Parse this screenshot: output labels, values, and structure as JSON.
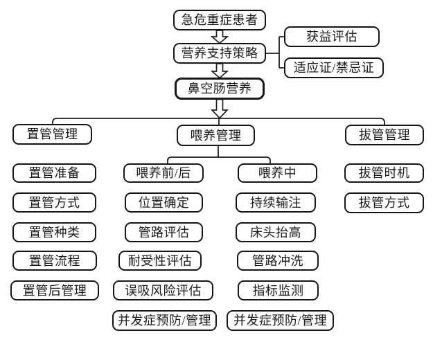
{
  "diagram": {
    "nodes": {
      "patient": "急危重症患者",
      "strategy": "营养支持策略",
      "benefit_assessment": "获益评估",
      "indications": "适应证/禁忌证",
      "nasojejunal": "鼻空肠营养"
    },
    "branches": {
      "placement": {
        "label": "置管管理",
        "items": [
          "置管准备",
          "置管方式",
          "置管种类",
          "置管流程",
          "置管后管理"
        ]
      },
      "feeding": {
        "label": "喂养管理",
        "columns": [
          {
            "label": "喂养前/后",
            "items": [
              "位置确定",
              "管路评估",
              "耐受性评估",
              "误吸风险评估",
              "并发症预防/管理"
            ]
          },
          {
            "label": "喂养中",
            "items": [
              "持续输注",
              "床头抬高",
              "管路冲洗",
              "指标监测",
              "并发症预防/管理"
            ]
          }
        ]
      },
      "removal": {
        "label": "拔管管理",
        "items": [
          "拔管时机",
          "拔管方式"
        ]
      }
    },
    "colors": {
      "line": "#1f1f1f",
      "box_border": "#161616",
      "text": "#1a1a1a",
      "background": "#ffffff"
    }
  }
}
